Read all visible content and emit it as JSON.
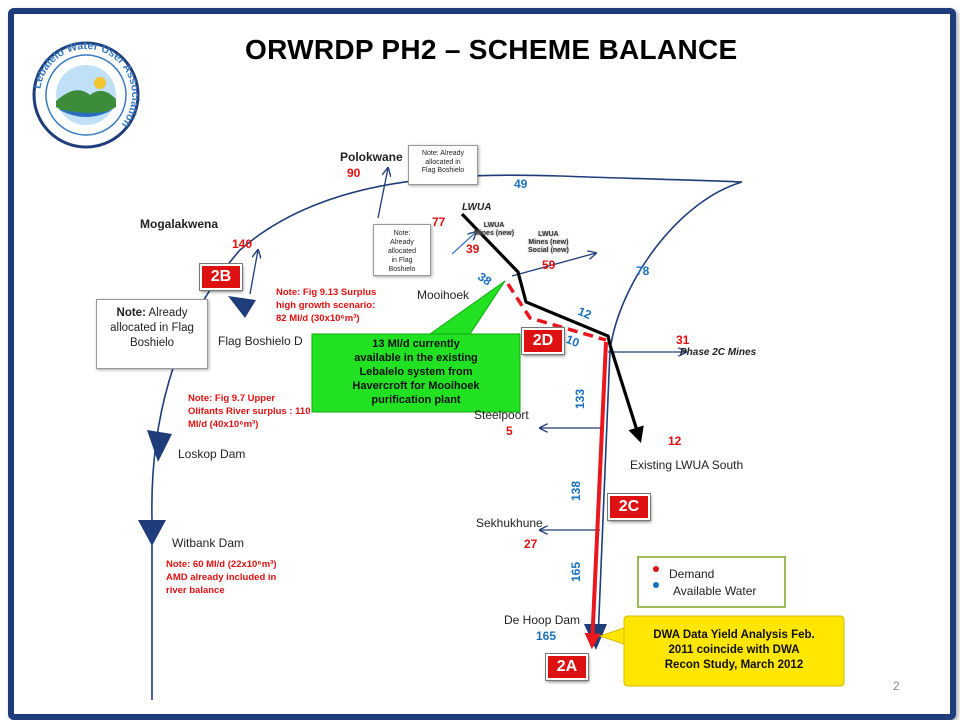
{
  "title": "ORWRDP PH2 – SCHEME BALANCE",
  "logo": {
    "text": "Lebalelo Water User Association"
  },
  "places": {
    "polokwane": "Polokwane",
    "mogalakwena": "Mogalakwena",
    "flag_boshielo": "Flag Boshielo D",
    "loskop": "Loskop Dam",
    "witbank": "Witbank Dam",
    "mooihoek": "Mooihoek",
    "steelpoort": "Steelpoort",
    "sekhukhune": "Sekhukhune",
    "de_hoop": "De Hoop Dam",
    "existing_lwua_south": "Existing LWUA South",
    "phase_2c_mines": "Phase 2C Mines",
    "lwua": "LWUA",
    "lwua_mines_new": [
      "LWUA",
      "Mines (new)"
    ],
    "lwua_mines_social": [
      "LWUA",
      "Mines (new)",
      "Social (new)"
    ]
  },
  "values": {
    "polokwane_demand": "90",
    "mogalakwena_demand": "140",
    "top_available": "49",
    "lwua_demand": "77",
    "mines_new_demand": "39",
    "mines_social_demand": "59",
    "right_available": "78",
    "mooihoek_available": "38",
    "flow_12": "12",
    "flow_10": "10",
    "phase2c_demand": "31",
    "flow_133": "133",
    "steelpoort_demand": "5",
    "lwua_south_demand": "12",
    "flow_138": "138",
    "sekhukhune_demand": "27",
    "flow_165": "165",
    "de_hoop_available": "165"
  },
  "notes": {
    "polokwane_note": [
      "Note: Already",
      "allocated in",
      "Flag Boshielo"
    ],
    "small_note": [
      "Note:",
      "Already",
      "allocated",
      "in Flag",
      "Boshielo"
    ],
    "flag_note_prefix": "Note:",
    "flag_note_body": [
      "Already",
      "allocated in Flag",
      "Boshielo"
    ],
    "fig913": [
      "Note: Fig 9.13  Surplus",
      "high growth scenario:",
      "82 Ml/d (30x10⁶m³)"
    ],
    "fig97": [
      "Note: Fig 9.7  Upper",
      "Olifants River surplus : 110",
      "Ml/d (40x10⁶m³)"
    ],
    "witbank_note": [
      "Note:  60 Ml/d  (22x10⁶m³)",
      "AMD already included in",
      "river balance"
    ]
  },
  "callouts": {
    "green": [
      "13 Ml/d currently",
      "available in the existing",
      "Lebalelo system  from",
      "Havercroft  for Mooihoek",
      "purification plant"
    ],
    "yellow": [
      "DWA Data Yield Analysis Feb.",
      "2011 coincide with DWA",
      "Recon Study, March 2012"
    ]
  },
  "phases": {
    "p2b": "2B",
    "p2d": "2D",
    "p2c": "2C",
    "p2a": "2A"
  },
  "legend": {
    "demand": "Demand",
    "available": "Available Water",
    "demand_color": "#e01010",
    "available_color": "#1a6fbf"
  },
  "page_number": "2",
  "colors": {
    "frame": "#1f3d7a",
    "river": "#1f3d7a",
    "pipe_red": "#e8181e",
    "green_callout": "#22e022",
    "yellow_callout": "#ffe600"
  }
}
